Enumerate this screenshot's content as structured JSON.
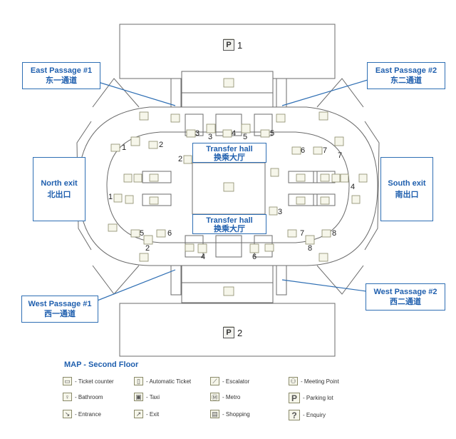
{
  "callouts": {
    "east1": {
      "en": "East Passage #1",
      "zh": "东一通道"
    },
    "east2": {
      "en": "East Passage #2",
      "zh": "东二通道"
    },
    "west1": {
      "en": "West Passage #1",
      "zh": "西一通道"
    },
    "west2": {
      "en": "West Passage #2",
      "zh": "西二通道"
    }
  },
  "exits": {
    "north": {
      "en": "North exit",
      "zh": "北出口"
    },
    "south": {
      "en": "South exit",
      "zh": "南出口"
    }
  },
  "transfer_hall": {
    "en": "Transfer hall",
    "zh": "换乘大厅"
  },
  "parking": {
    "p1": "1",
    "p2": "2"
  },
  "numbers": {
    "n1": "1",
    "n2": "2",
    "n3": "3",
    "n4": "4",
    "n5": "5",
    "n6": "6",
    "n7": "7",
    "n8": "8"
  },
  "legend": {
    "title": "MAP - Second Floor",
    "items": [
      {
        "label": "- Ticket counter",
        "icon": "ticket-counter-icon",
        "glyph": "▭"
      },
      {
        "label": "- Automatic Ticket",
        "icon": "automatic-ticket-icon",
        "glyph": "▯"
      },
      {
        "label": "- Escalator",
        "icon": "escalator-icon",
        "glyph": "⟋"
      },
      {
        "label": "- Meeting Point",
        "icon": "meeting-point-icon",
        "glyph": "⚇"
      },
      {
        "label": "- Bathroom",
        "icon": "bathroom-icon",
        "glyph": "♀"
      },
      {
        "label": "- Taxi",
        "icon": "taxi-icon",
        "glyph": "▣"
      },
      {
        "label": "- Metro",
        "icon": "metro-icon",
        "glyph": "Ⓜ"
      },
      {
        "label": "- Parking lot",
        "icon": "parking-icon",
        "glyph": "P"
      },
      {
        "label": "- Entrance",
        "icon": "entrance-icon",
        "glyph": "↘"
      },
      {
        "label": "- Exit",
        "icon": "exit-icon",
        "glyph": "↗"
      },
      {
        "label": "- Shopping",
        "icon": "shopping-icon",
        "glyph": "▤"
      },
      {
        "label": "- Enquiry",
        "icon": "enquiry-icon",
        "glyph": "?"
      }
    ]
  },
  "colors": {
    "accent": "#2f6fb4",
    "building_stroke": "#6b6b6b",
    "icon_fill": "#f6f6ea",
    "icon_stroke": "#8a8a6a"
  }
}
